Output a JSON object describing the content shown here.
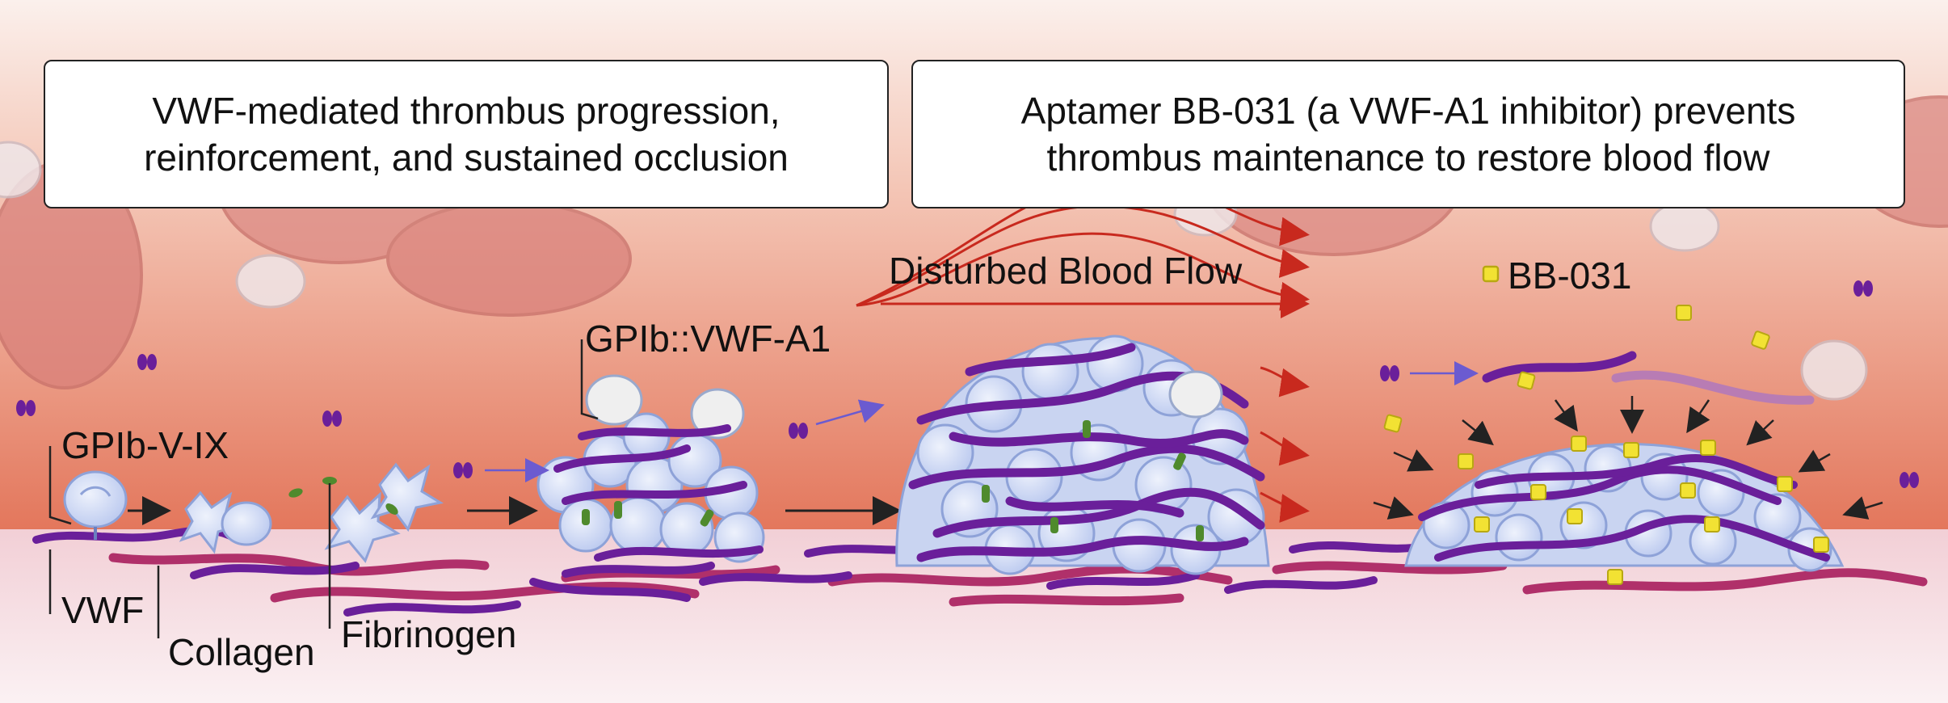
{
  "panels": {
    "left_caption": "VWF-mediated thrombus progression,\nreinforcement, and sustained occlusion",
    "right_caption": "Aptamer BB-031 (a VWF-A1 inhibitor) prevents\nthrombus maintenance to restore blood flow"
  },
  "labels": {
    "gpib_complex": "GPIb-V-IX",
    "vwf": "VWF",
    "collagen": "Collagen",
    "fibrinogen": "Fibrinogen",
    "gpib_vwf_a1": "GPIb::VWF-A1",
    "disturbed_flow": "Disturbed Blood Flow",
    "aptamer": "BB-031"
  },
  "colors": {
    "vessel_wall": "#f3d3d9",
    "lumen_top": "#f8dcd0",
    "lumen_bottom": "#e4775c",
    "vwf_strand": "#6a1f9a",
    "collagen_strand": "#b0306a",
    "platelet": "#c6d4f3",
    "fibrinogen": "#4f8a2d",
    "aptamer": "#f2e233",
    "flow_arrow": "#c8291e",
    "rbc": "#d9807a"
  }
}
